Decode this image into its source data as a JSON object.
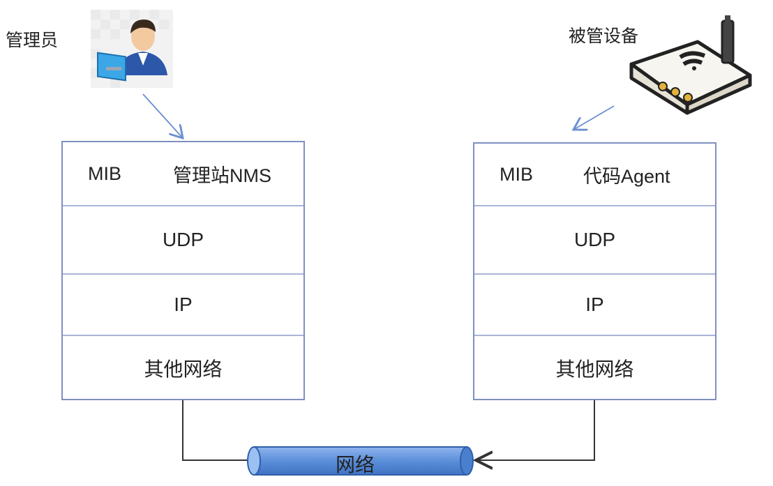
{
  "admin": {
    "label": "管理员",
    "icon": "admin-computer-icon"
  },
  "device": {
    "label": "被管设备",
    "icon": "router-icon"
  },
  "manager_stack": {
    "top_left": "MIB",
    "top_right": "管理站NMS",
    "layers": [
      "UDP",
      "IP",
      "其他网络"
    ]
  },
  "agent_stack": {
    "top_left": "MIB",
    "top_right": "代码Agent",
    "layers": [
      "UDP",
      "IP",
      "其他网络"
    ]
  },
  "network": {
    "label": "网络",
    "color": "#5b8fd9"
  },
  "colors": {
    "border": "#7f8fbf",
    "arrow": "#6b8fd0",
    "line": "#333333"
  }
}
